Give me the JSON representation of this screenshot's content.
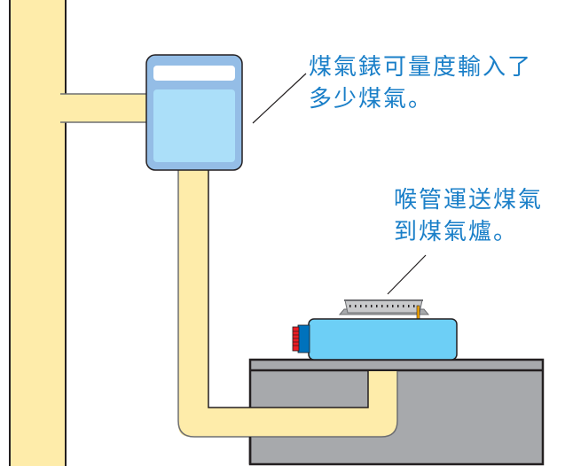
{
  "diagram": {
    "subject": "gas supply from meter to stove",
    "components": [
      {
        "id": "wall-pipe",
        "name": "wall riser pipe",
        "icon": "vertical-pipe"
      },
      {
        "id": "gas-meter",
        "name": "gas meter",
        "icon": "meter-box"
      },
      {
        "id": "hose",
        "name": "gas hose",
        "icon": "pipe"
      },
      {
        "id": "counter",
        "name": "kitchen counter",
        "icon": "counter-block"
      },
      {
        "id": "gas-stove",
        "name": "gas stove",
        "icon": "stove-burner"
      }
    ],
    "annotations": [
      {
        "target": "gas-meter",
        "lines": [
          "煤氣錶可量度輸入了",
          "多少煤氣。"
        ]
      },
      {
        "target": "gas-stove",
        "lines": [
          "喉管運送煤氣",
          "到煤氣爐。"
        ]
      }
    ],
    "colors": {
      "pipe_fill": "#feecaa",
      "outline": "#231f20",
      "meter_frame": "#94bde6",
      "meter_window": "#abdff9",
      "meter_display": "#ffffff",
      "stove_body": "#6dcff6",
      "stove_knob_blue": "#0072bc",
      "stove_knob_red": "#ed1c24",
      "burner_gray": "#c8c9cb",
      "counter_gray": "#a7a9ac",
      "text_blue": "#1a7fc8"
    }
  }
}
